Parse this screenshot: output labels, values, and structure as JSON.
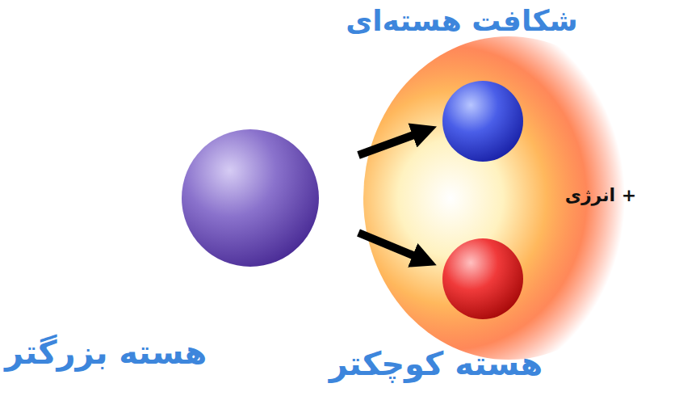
{
  "diagram": {
    "title": "شکافت هسته‌ای",
    "labels": [
      "+ انرژی",
      "هسته بزرگتر",
      "هسته کوچکتر"
    ]
  }
}
